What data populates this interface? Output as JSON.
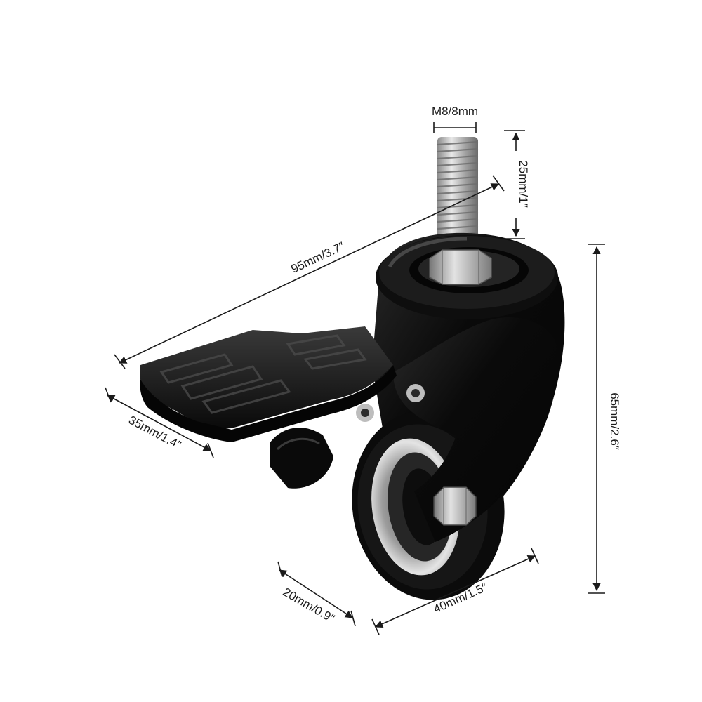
{
  "dimensions": {
    "thread": "M8/8mm",
    "stem_length": "25mm/1″",
    "total_length": "95mm/3.7″",
    "height": "65mm/2.6″",
    "plate_width": "35mm/1.4″",
    "wheel_width": "20mm/0.9″",
    "wheel_diameter": "40mm/1.5″"
  },
  "colors": {
    "body": "#0c0c0c",
    "highlight": "#3a3a3a",
    "stem": "#b8b8b8",
    "rim": "#d6d6d6",
    "dimension_line": "#1a1a1a",
    "background": "#ffffff"
  }
}
